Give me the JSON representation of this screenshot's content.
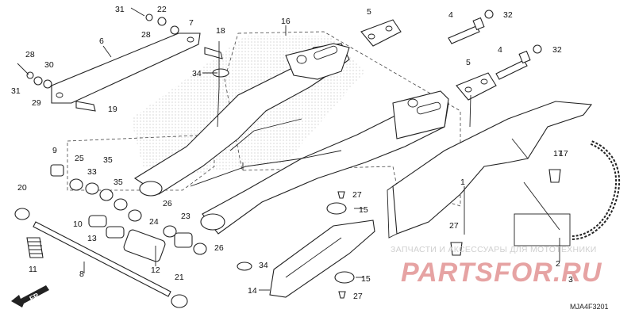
{
  "diagram": {
    "drawing_code": "MJA4F3201",
    "direction_label": "FR.",
    "watermark_line1": "ЗАПЧАСТИ И АКСЕССУАРЫ ДЛЯ МОТОТЕХНИКИ",
    "watermark_line2": "PARTSFOR.RU",
    "callouts": [
      "31",
      "22",
      "7",
      "28",
      "6",
      "18",
      "16",
      "5",
      "4",
      "32",
      "28",
      "30",
      "31",
      "29",
      "19",
      "34",
      "5",
      "4",
      "32",
      "9",
      "25",
      "33",
      "35",
      "17",
      "20",
      "35",
      "10",
      "13",
      "26",
      "23",
      "24",
      "27",
      "15",
      "1",
      "27",
      "12",
      "11",
      "8",
      "34",
      "21",
      "14",
      "15",
      "27",
      "17",
      "2",
      "3",
      "26"
    ]
  }
}
